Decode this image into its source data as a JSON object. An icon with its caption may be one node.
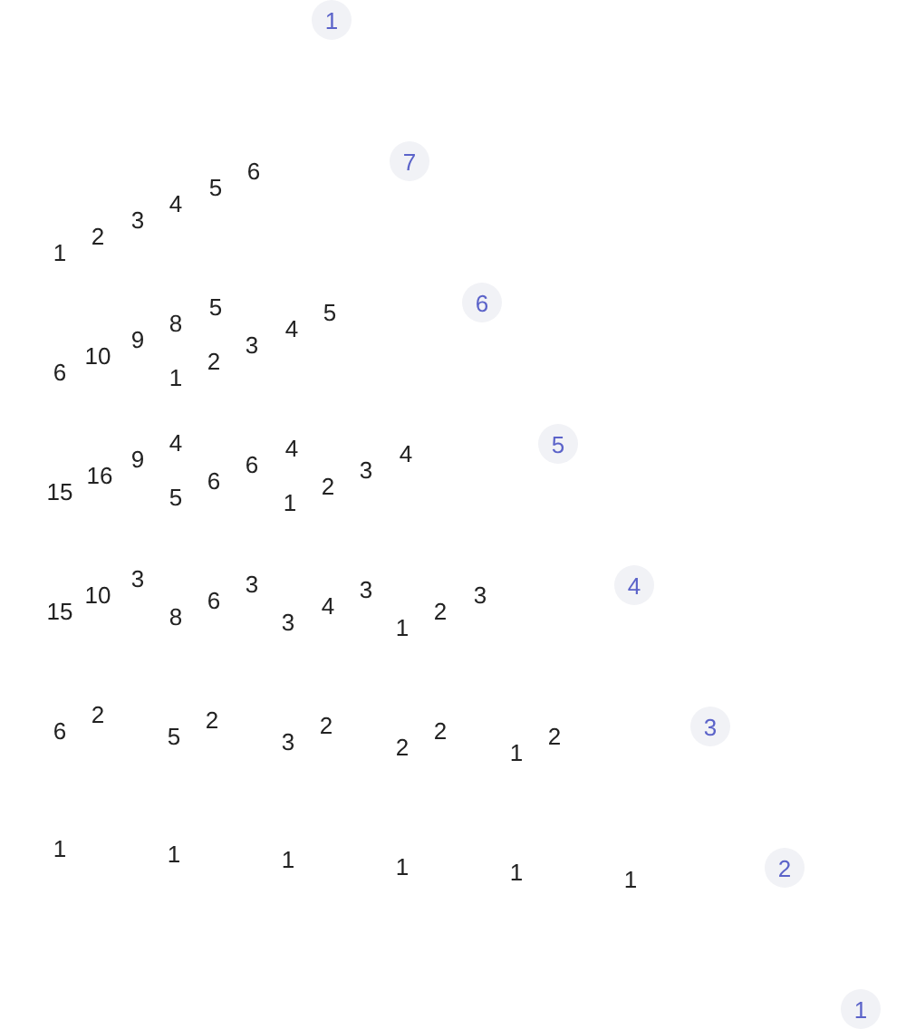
{
  "diagram": {
    "nodes": [
      {
        "text": [
          "1"
        ]
      },
      {
        "text": [
          "7"
        ]
      },
      {
        "text": [
          "6"
        ]
      },
      {
        "text": [
          "5"
        ]
      },
      {
        "text": [
          "4"
        ]
      },
      {
        "text": [
          "3"
        ]
      },
      {
        "text": [
          "2"
        ]
      },
      {
        "text": [
          "1"
        ]
      }
    ],
    "labels": [
      "1",
      "2",
      "3",
      "4",
      "5",
      "6",
      "6",
      "10",
      "9",
      "8",
      "5",
      "1",
      "2",
      "3",
      "4",
      "5",
      "15",
      "16",
      "9",
      "4",
      "5",
      "6",
      "6",
      "4",
      "1",
      "2",
      "3",
      "4",
      "15",
      "10",
      "3",
      "8",
      "6",
      "3",
      "3",
      "4",
      "3",
      "1",
      "2",
      "3",
      "6",
      "2",
      "5",
      "2",
      "3",
      "2",
      "2",
      "2",
      "1",
      "2",
      "1",
      "1",
      "1",
      "1",
      "1",
      "1"
    ]
  }
}
